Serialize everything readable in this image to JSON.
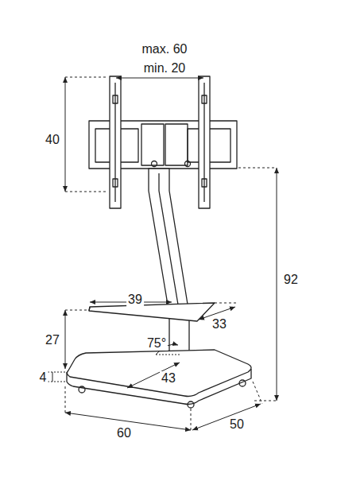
{
  "diagram": {
    "labels": [
      "max. 60",
      "min. 20",
      "40",
      "92",
      "39",
      "33",
      "27",
      "75°",
      "43",
      "4",
      "60",
      "50"
    ]
  }
}
